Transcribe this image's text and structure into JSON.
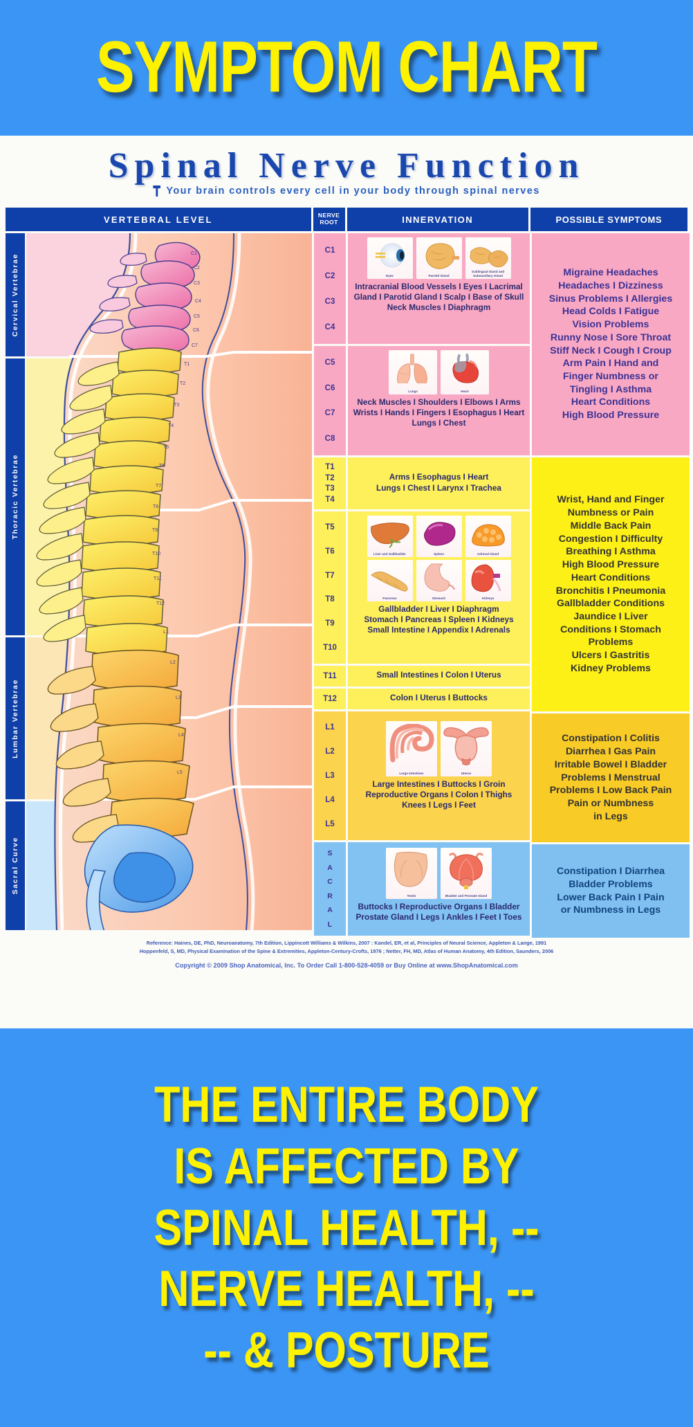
{
  "top_banner": {
    "text": "SYMPTOM CHART",
    "bg": "#3b95f5",
    "fg": "#fff200"
  },
  "poster": {
    "title": "Spinal Nerve Function",
    "subtitle": "Your brain controls every cell in your body through spinal nerves",
    "headers": {
      "vertebral_level": "VERTEBRAL LEVEL",
      "nerve_root": "NERVE\nROOT",
      "nerve_root_line1": "NERVE",
      "nerve_root_line2": "ROOT",
      "innervation": "INNERVATION",
      "possible_symptoms": "POSSIBLE SYMPTOMS"
    },
    "side_labels": [
      {
        "text": "Cervical Vertebrae"
      },
      {
        "text": "Thoracic Vertebrae"
      },
      {
        "text": "Lumbar Vertebrae"
      },
      {
        "text": "Sacral Curve"
      }
    ],
    "spine_ticks": [
      "C1",
      "C2",
      "C3",
      "C4",
      "C5",
      "C6",
      "C7",
      "T1",
      "T2",
      "T3",
      "T4",
      "T5",
      "T6",
      "T7",
      "T8",
      "T9",
      "T10",
      "T11",
      "T12",
      "L1",
      "L2",
      "L3",
      "L4",
      "L5"
    ],
    "sections": [
      {
        "id": "cervical",
        "color": "#f9a8c4",
        "rows": [
          {
            "roots": [
              "C1",
              "C2",
              "C3",
              "C4"
            ],
            "organs": [
              {
                "name": "Eyes",
                "art": "eye"
              },
              {
                "name": "Parotid Gland",
                "art": "parotid"
              },
              {
                "name": "Sublingual Gland and Submaxillary Gland",
                "art": "sublingual"
              }
            ],
            "innervation": [
              "Intracranial Blood Vessels I Eyes I Lacrimal",
              "Gland I Parotid Gland I Scalp I Base of Skull",
              "Neck Muscles I Diaphragm"
            ]
          },
          {
            "roots": [
              "C5",
              "C6",
              "C7",
              "C8"
            ],
            "organs": [
              {
                "name": "Lungs",
                "art": "lungs"
              },
              {
                "name": "Heart",
                "art": "heart"
              }
            ],
            "innervation": [
              "Neck Muscles I Shoulders I Elbows I Arms",
              "Wrists I Hands I Fingers I Esophagus I Heart",
              "Lungs I Chest"
            ]
          }
        ],
        "symptoms": [
          "Migraine Headaches",
          "Headaches I Dizziness",
          "Sinus Problems I Allergies",
          "Head Colds I Fatigue",
          "Vision Problems",
          "Runny Nose I Sore Throat",
          "Stiff Neck I Cough I Croup",
          "Arm Pain I Hand and",
          "Finger Numbness or",
          "Tingling I Asthma",
          "Heart Conditions",
          "High Blood Pressure"
        ]
      },
      {
        "id": "thoracic",
        "color": "#fdf016",
        "rows": [
          {
            "roots": [
              "T1",
              "T2",
              "T3",
              "T4"
            ],
            "organs": [],
            "innervation": [
              "Arms I Esophagus I Heart",
              "Lungs I Chest I Larynx I Trachea"
            ]
          },
          {
            "roots": [
              "T5",
              "T6",
              "T7",
              "T8",
              "T9",
              "T10"
            ],
            "organs": [
              {
                "name": "Liver and Gallbladder",
                "art": "liver"
              },
              {
                "name": "Spleen",
                "art": "spleen"
              },
              {
                "name": "Adrenal Gland",
                "art": "adrenal"
              },
              {
                "name": "Pancreas",
                "art": "pancreas"
              },
              {
                "name": "Stomach",
                "art": "stomach"
              },
              {
                "name": "Kidneys",
                "art": "kidney"
              }
            ],
            "innervation": [
              "Gallbladder I Liver I Diaphragm",
              "Stomach I Pancreas I Spleen I Kidneys",
              "Small Intestine I Appendix I Adrenals"
            ]
          },
          {
            "roots": [
              "T11"
            ],
            "organs": [],
            "innervation": [
              "Small Intestines I Colon I Uterus"
            ]
          },
          {
            "roots": [
              "T12"
            ],
            "organs": [],
            "innervation": [
              "Colon I Uterus I Buttocks"
            ]
          }
        ],
        "symptoms": [
          "Wrist, Hand and Finger",
          "Numbness or Pain",
          "Middle Back Pain",
          "Congestion I Difficulty",
          "Breathing I Asthma",
          "High Blood Pressure",
          "Heart Conditions",
          "Bronchitis I Pneumonia",
          "Gallbladder Conditions",
          "Jaundice I Liver",
          "Conditions I Stomach",
          "Problems",
          "Ulcers I Gastritis",
          "Kidney Problems"
        ]
      },
      {
        "id": "lumbar",
        "color": "#f9cb26",
        "rows": [
          {
            "roots": [
              "L1",
              "L2",
              "L3",
              "L4",
              "L5"
            ],
            "organs": [
              {
                "name": "Large Intestines",
                "art": "intestines"
              },
              {
                "name": "Uterus",
                "art": "uterus"
              }
            ],
            "innervation": [
              "Large Intestines I Buttocks I Groin",
              "Reproductive Organs I Colon I Thighs",
              "Knees I Legs I Feet"
            ]
          }
        ],
        "symptoms": [
          "Constipation I Colitis",
          "Diarrhea I Gas Pain",
          "Irritable Bowel I Bladder",
          "Problems I Menstrual",
          "Problems I Low Back Pain",
          "Pain or Numbness",
          "in Legs"
        ]
      },
      {
        "id": "sacral",
        "color": "#7fc0f0",
        "rows": [
          {
            "roots": [
              "S",
              "A",
              "C",
              "R",
              "A",
              "L"
            ],
            "organs": [
              {
                "name": "Testis",
                "art": "testis"
              },
              {
                "name": "Bladder and Prostate Gland",
                "art": "prostate"
              }
            ],
            "innervation": [
              "Buttocks I Reproductive Organs I Bladder",
              "Prostate Gland I Legs I Ankles I Feet I Toes"
            ]
          }
        ],
        "symptoms": [
          "Constipation I Diarrhea",
          "Bladder Problems",
          "Lower Back Pain I Pain",
          "or Numbness in Legs"
        ]
      }
    ],
    "references": [
      "Reference: Haines, DE, PhD, Neuroanatomy, 7th Edition, Lippincott Williams & Wilkins, 2007 : Kandel, ER, et al, Principles of Neural Science, Appleton & Lange, 1991",
      "Hoppenfeld, S, MD, Physical Examination of the Spine & Extremities, Appleton-Century-Crofts, 1976 ; Netter, FH, MD, Atlas of Human Anatomy, 4th Edition, Saunders, 2006"
    ],
    "copyright": "Copyright © 2009 Shop Anatomical, Inc. To Order Call 1-800-528-4059 or Buy Online at www.ShopAnatomical.com"
  },
  "bottom_banner": {
    "lines": [
      "THE ENTIRE BODY",
      "IS AFFECTED BY",
      "SPINAL HEALTH, --",
      "NERVE HEALTH, --",
      "-- & POSTURE"
    ],
    "bg": "#3b95f5",
    "fg": "#fff200"
  }
}
